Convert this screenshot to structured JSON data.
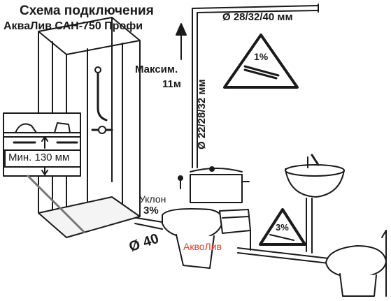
{
  "title_line1": "Схема подключения",
  "title_line2": "АкваЛив САН-750 Профи",
  "max_label": "Максим.",
  "max_value": "11м",
  "pipe_top_label": "Ø 28/32/40 мм",
  "pipe_vertical_label": "Ø 22/28/32 мм",
  "min_label": "Мин. 130 мм",
  "slope_label": "Уклон",
  "slope_value": "3%",
  "drain_label": "Ø 40",
  "brand_label": "АквоЛив",
  "sign_top_pct": "1%",
  "sign_bottom_pct": "3%",
  "colors": {
    "line": "#1a1a1a",
    "pipe": "#d9d9d9",
    "brand": "#e8402a"
  }
}
